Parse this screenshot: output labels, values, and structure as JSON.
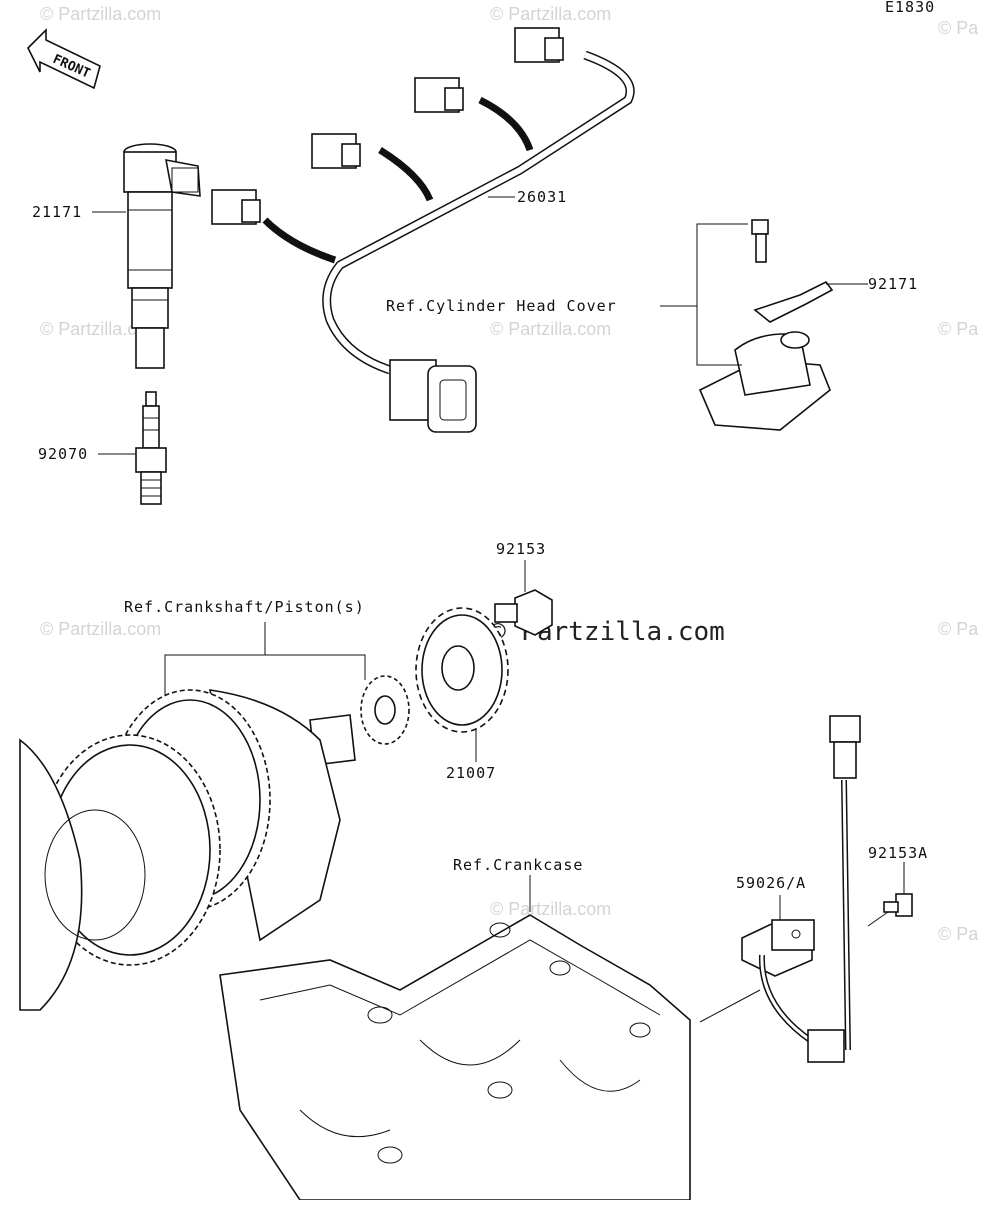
{
  "diagram": {
    "code": "E1830",
    "front_arrow": "FRONT",
    "labels": {
      "ignition_coil": "21171",
      "spark_plug": "92070",
      "wire_harness": "26031",
      "clamp": "92171",
      "cylinder_head_ref": "Ref.Cylinder Head Cover",
      "bolt_top": "92153",
      "crankshaft_ref": "Ref.Crankshaft/Piston(s)",
      "timing_rotor": "21007",
      "crankcase_ref": "Ref.Crankcase",
      "pickup_coil": "59026/A",
      "bolt_side": "92153A"
    },
    "watermarks": {
      "main": "© Partzilla.com",
      "small": "© Partzilla.com",
      "edge": "© Pa"
    }
  }
}
